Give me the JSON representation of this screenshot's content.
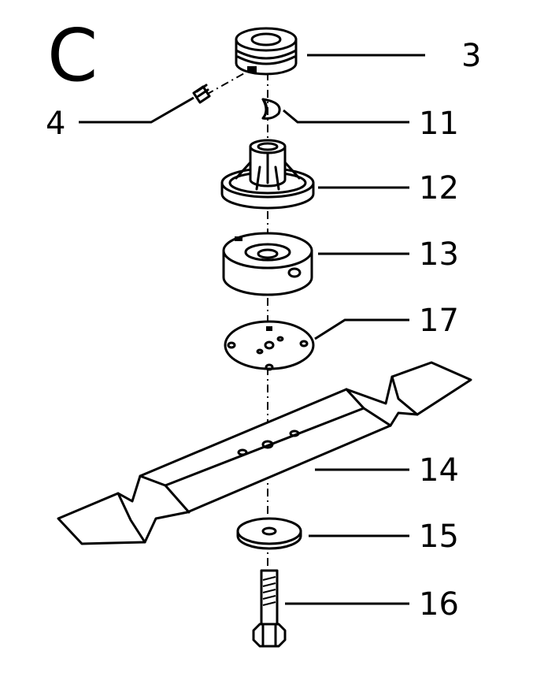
{
  "diagram": {
    "section_label": "C",
    "callouts": [
      {
        "id": "3",
        "label": "3",
        "part": "pulley"
      },
      {
        "id": "4",
        "label": "4",
        "part": "set-screw"
      },
      {
        "id": "11",
        "label": "11",
        "part": "woodruff-key"
      },
      {
        "id": "12",
        "label": "12",
        "part": "blade-hub"
      },
      {
        "id": "13",
        "label": "13",
        "part": "blade-adapter"
      },
      {
        "id": "17",
        "label": "17",
        "part": "blade-plate"
      },
      {
        "id": "14",
        "label": "14",
        "part": "blade"
      },
      {
        "id": "15",
        "label": "15",
        "part": "washer"
      },
      {
        "id": "16",
        "label": "16",
        "part": "bolt"
      }
    ]
  }
}
